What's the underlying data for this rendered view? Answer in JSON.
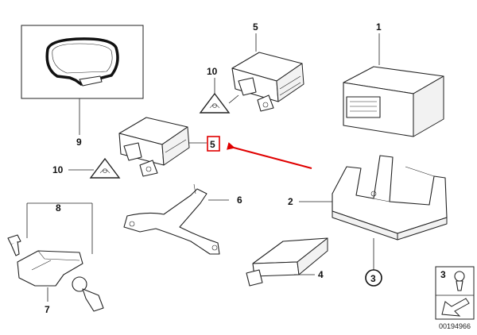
{
  "callouts": {
    "c1": "1",
    "c2": "2",
    "c3": "3",
    "c4": "4",
    "c5_top": "5",
    "c5_highlight": "5",
    "c6": "6",
    "c7": "7",
    "c8": "8",
    "c9": "9",
    "c10_top": "10",
    "c10_bottom": "10",
    "legend_3": "3"
  },
  "diagram_code": "00194966",
  "colors": {
    "highlight": "#e00000",
    "line": "#222222"
  },
  "icons": [
    "warning-triangle-icon",
    "legend-arrow-icon"
  ]
}
